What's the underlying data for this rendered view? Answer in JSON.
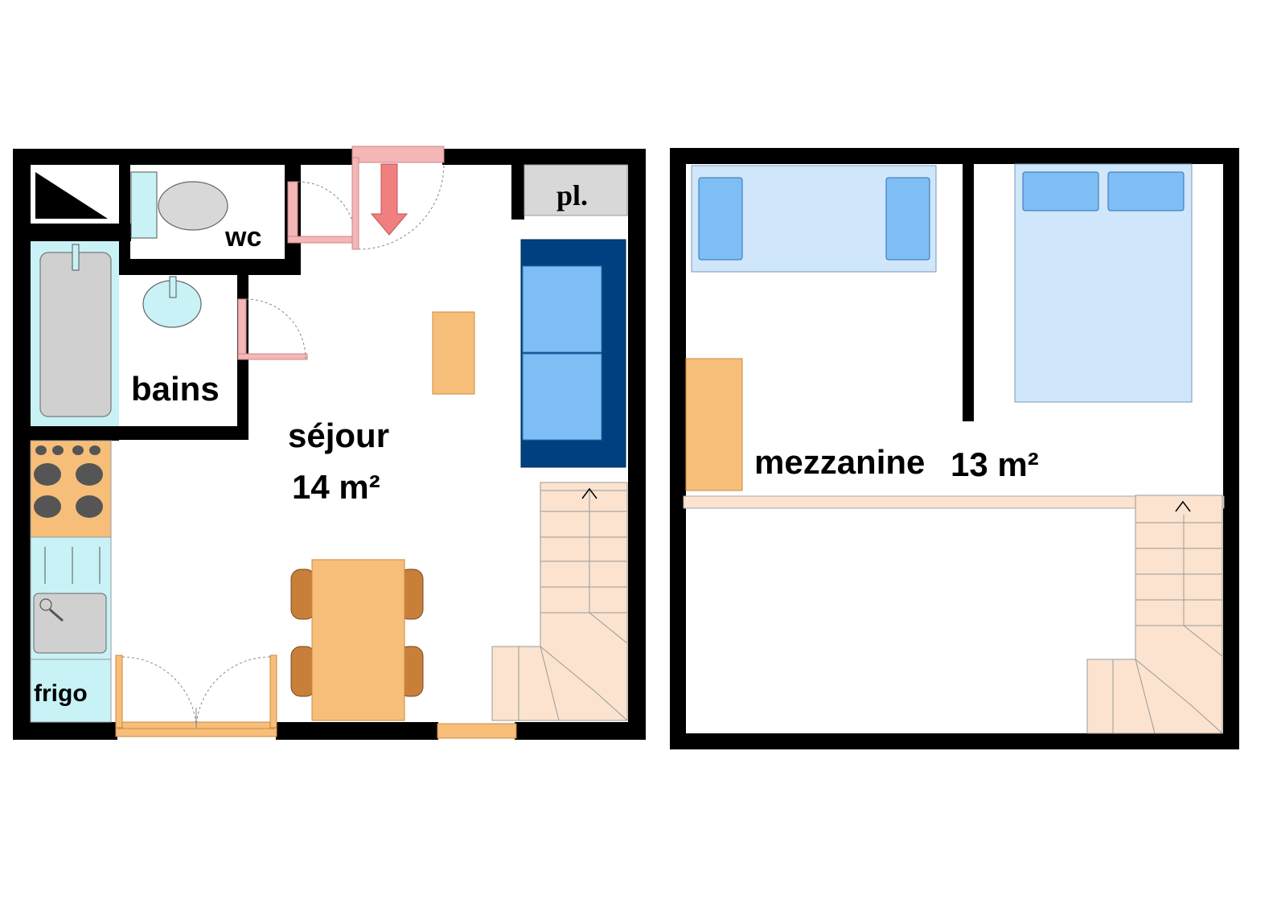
{
  "ground_floor": {
    "rooms": {
      "wc": "wc",
      "placard": "pl.",
      "bathroom": "bains",
      "living_room": "séjour",
      "living_room_area": "14 m²",
      "fridge": "frigo"
    }
  },
  "upper_floor": {
    "rooms": {
      "mezzanine": "mezzanine",
      "mezzanine_area": "13 m²"
    }
  },
  "colors": {
    "wall": "#000000",
    "door": "#f4b6b6",
    "entrance_arrow": "#f08080",
    "wood": "#f7be7a",
    "bathroom_fixture": "#c8f2f6",
    "bed": "#cfe6fb",
    "pillow": "#7fbef5",
    "sofa_frame": "#004080",
    "sofa_seat": "#7fbef5",
    "stairs": "#fbe3cf"
  }
}
